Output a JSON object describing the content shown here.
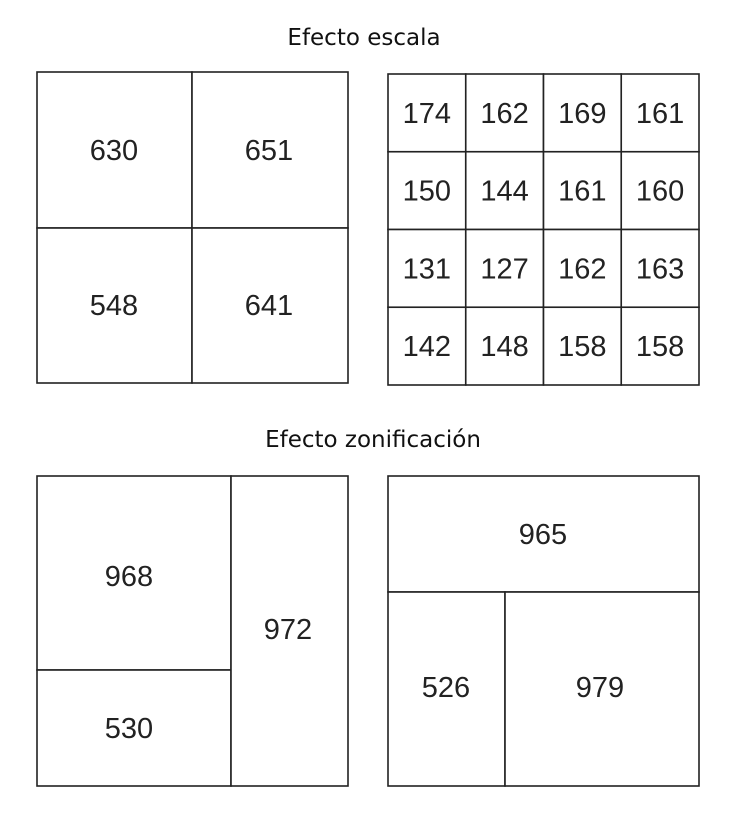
{
  "titles": {
    "scale": "Efecto escala",
    "zoning": "Efecto zonificación"
  },
  "scale_2x2": [
    "630",
    "651",
    "548",
    "641"
  ],
  "scale_4x4": [
    [
      "174",
      "162",
      "169",
      "161"
    ],
    [
      "150",
      "144",
      "161",
      "160"
    ],
    [
      "131",
      "127",
      "162",
      "163"
    ],
    [
      "142",
      "148",
      "158",
      "158"
    ]
  ],
  "zoning_left": {
    "top_left": "968",
    "bottom_left": "530",
    "right": "972"
  },
  "zoning_right": {
    "top": "965",
    "bottom_left": "526",
    "bottom_right": "979"
  }
}
